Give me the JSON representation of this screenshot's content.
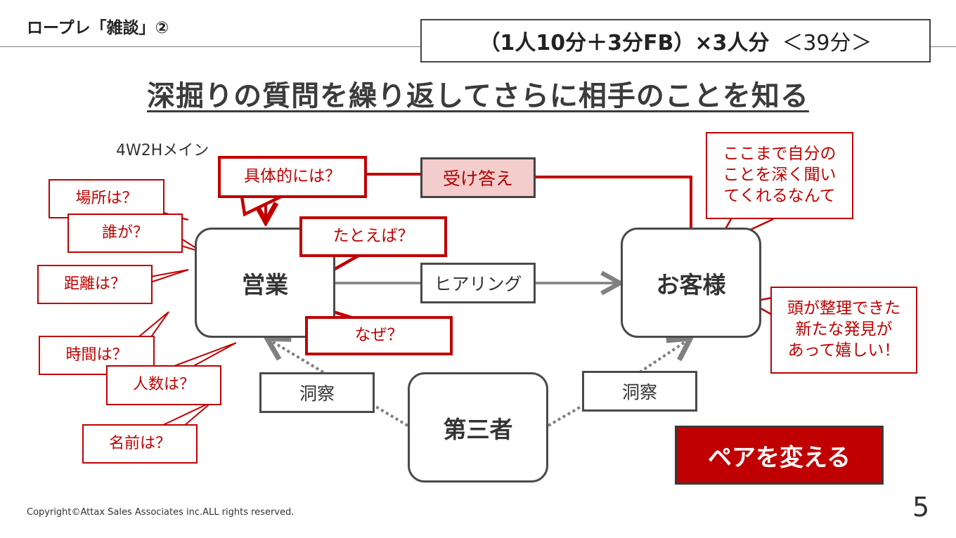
{
  "header": {
    "title": "ロープレ「雑談」②",
    "time_bold": "（1人10分＋3分FB）×3人分",
    "time_rest": "＜39分＞"
  },
  "main_title": "深掘りの質問を繰り返してさらに相手のことを知る",
  "subtitle": "4W2Hメイン",
  "nodes": {
    "sales": "営業",
    "customer": "お客様",
    "third_party": "第三者"
  },
  "labels": {
    "ukete": "受け答え",
    "hearing": "ヒアリング",
    "observe_left": "洞察",
    "observe_right": "洞察"
  },
  "questions": {
    "place": "場所は？",
    "who": "誰が？",
    "distance": "距離は？",
    "time": "時間は？",
    "count": "人数は？",
    "name": "名前は？",
    "specifically": "具体的には？",
    "for_example": "たとえば？",
    "why": "なぜ？"
  },
  "customer_bubbles": {
    "happy_listened": "ここまで自分の\nことを深く聞い\nてくれるなんて",
    "discovery": "頭が整理できた\n新たな発見が\nあって嬉しい！"
  },
  "action_button": "ペアを変える",
  "footer": {
    "copyright": "Copyright©Attax Sales Associates inc.ALL rights reserved.",
    "page_number": "5"
  },
  "colors": {
    "accent_red": "#c00000",
    "ukete_fill": "#f3cccc",
    "border_gray": "#4a4a4a"
  }
}
